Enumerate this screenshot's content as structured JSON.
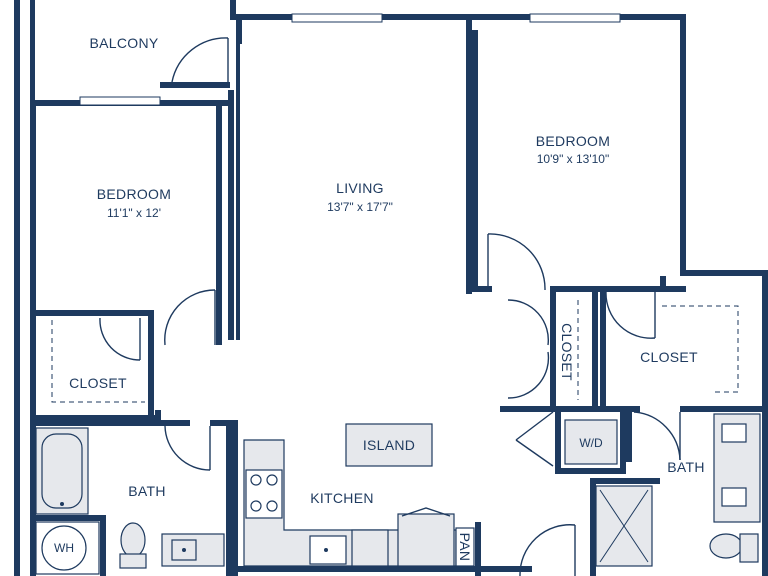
{
  "rooms": {
    "balcony": {
      "label": "BALCONY"
    },
    "bedroom_left": {
      "label": "BEDROOM",
      "dimensions": "11'1\" x 12'"
    },
    "living": {
      "label": "LIVING",
      "dimensions": "13'7\" x 17'7\""
    },
    "bedroom_right": {
      "label": "BEDROOM",
      "dimensions": "10'9\" x 13'10\""
    },
    "closet_left": {
      "label": "CLOSET"
    },
    "closet_center": {
      "label": "CLOSET"
    },
    "closet_right": {
      "label": "CLOSET"
    },
    "bath_left": {
      "label": "BATH"
    },
    "bath_right": {
      "label": "BATH"
    },
    "kitchen": {
      "label": "KITCHEN"
    },
    "island": {
      "label": "ISLAND"
    },
    "washer_dryer": {
      "label": "W/D"
    },
    "pantry": {
      "label": "PAN"
    },
    "water_heater": {
      "label": "WH"
    }
  },
  "colors": {
    "wall": "#1e3a5f",
    "fixture": "#e6e8ec",
    "background": "#ffffff"
  }
}
